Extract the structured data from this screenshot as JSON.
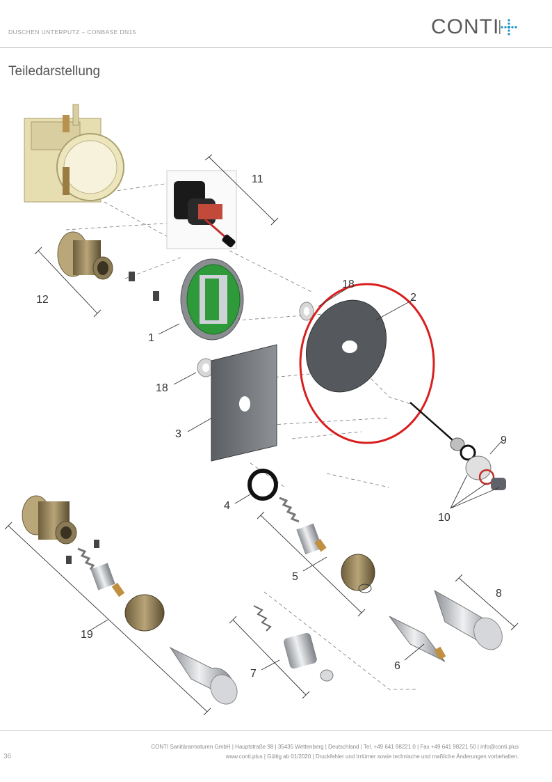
{
  "header": {
    "subtitle": "DUSCHEN UNTERPUTZ – CONBASE DN15",
    "logo_text": "CONTI"
  },
  "title": "Teiledarstellung",
  "parts": {
    "p1": "1",
    "p2": "2",
    "p3": "3",
    "p4": "4",
    "p5": "5",
    "p6": "6",
    "p7": "7",
    "p8": "8",
    "p9": "9",
    "p10": "10",
    "p11": "11",
    "p12": "12",
    "p18a": "18",
    "p18b": "18",
    "p19": "19"
  },
  "footer": {
    "line1": "CONTI Sanitärarmaturen GmbH | Hauptstraße 98 | 35435 Wettenberg | Deutschland | Tel. +49 641 98221 0 | Fax +49 641 98221 50 | info@conti.plus",
    "line2": "www.conti.plus | Gültig ab 01/2020 | Druckfehler und Irrtümer sowie technische und maßliche Änderungen vorbehalten.",
    "page_number": "36"
  },
  "colors": {
    "highlight": "#d91e1e",
    "logo_accent": "#1e90c8"
  }
}
